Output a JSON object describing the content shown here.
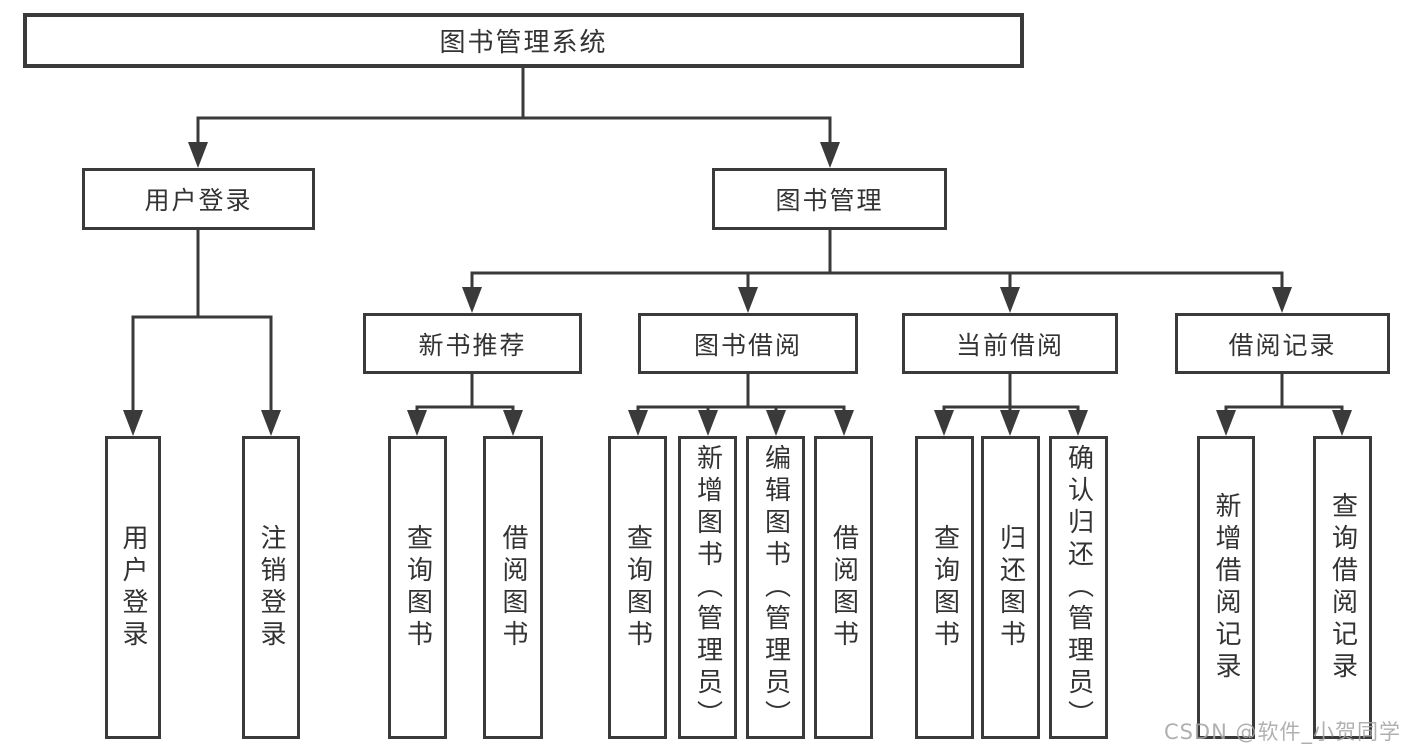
{
  "tree": {
    "root": "图书管理系统",
    "level2": [
      "用户登录",
      "图书管理"
    ],
    "level3": [
      "新书推荐",
      "图书借阅",
      "当前借阅",
      "借阅记录"
    ],
    "leaves": {
      "user_login": [
        "用户登录",
        "注销登录"
      ],
      "new_books": [
        "查询图书",
        "借阅图书"
      ],
      "book_borrow": [
        "查询图书",
        "新增图书（管理员）",
        "编辑图书（管理员）",
        "借阅图书"
      ],
      "current_borrow": [
        "查询图书",
        "归还图书",
        "确认归还（管理员）"
      ],
      "borrow_records": [
        "新增借阅记录",
        "查询借阅记录"
      ]
    }
  },
  "watermark": "CSDN @软件_小贺同学",
  "colors": {
    "line": "#3a3a3a",
    "text": "#333333",
    "watermark": "#a6a6a6",
    "background": "#ffffff"
  }
}
